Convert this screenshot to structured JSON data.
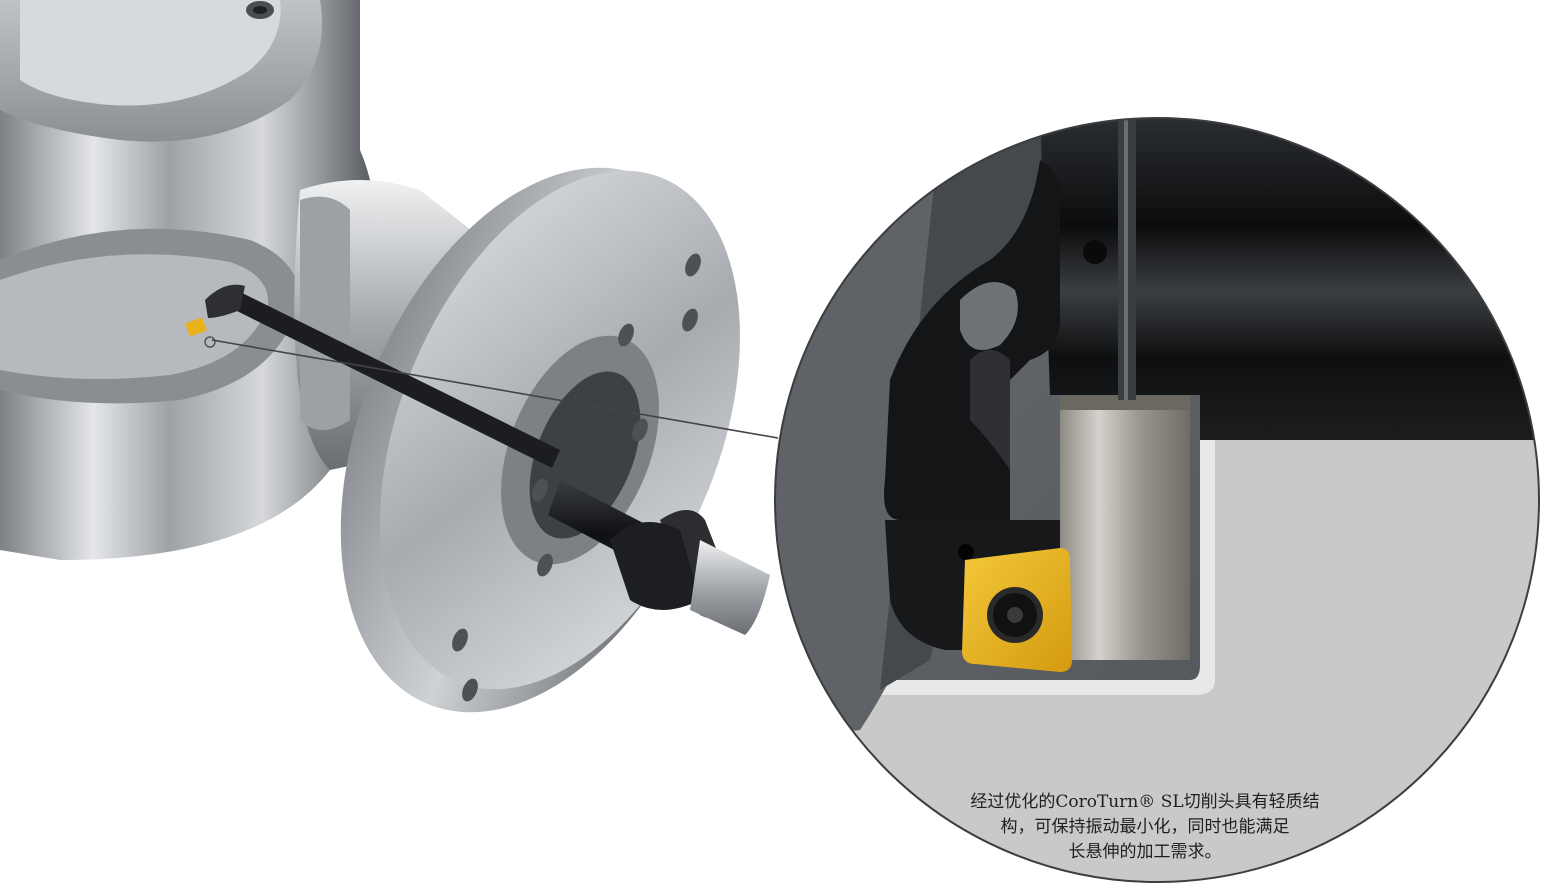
{
  "caption": {
    "lines": [
      "经过优化的CoroTurn® SL切削头具有轻质结",
      "构，可保持振动最小化，同时也能满足",
      "长悬伸的加工需求。"
    ]
  },
  "colors": {
    "background": "#ffffff",
    "steel_light": "#e2e4e6",
    "steel_dark": "#55595e",
    "tool_black": "#151719",
    "insert_gold": "#e9b21c",
    "zoom_background": "#c6c6c6"
  }
}
